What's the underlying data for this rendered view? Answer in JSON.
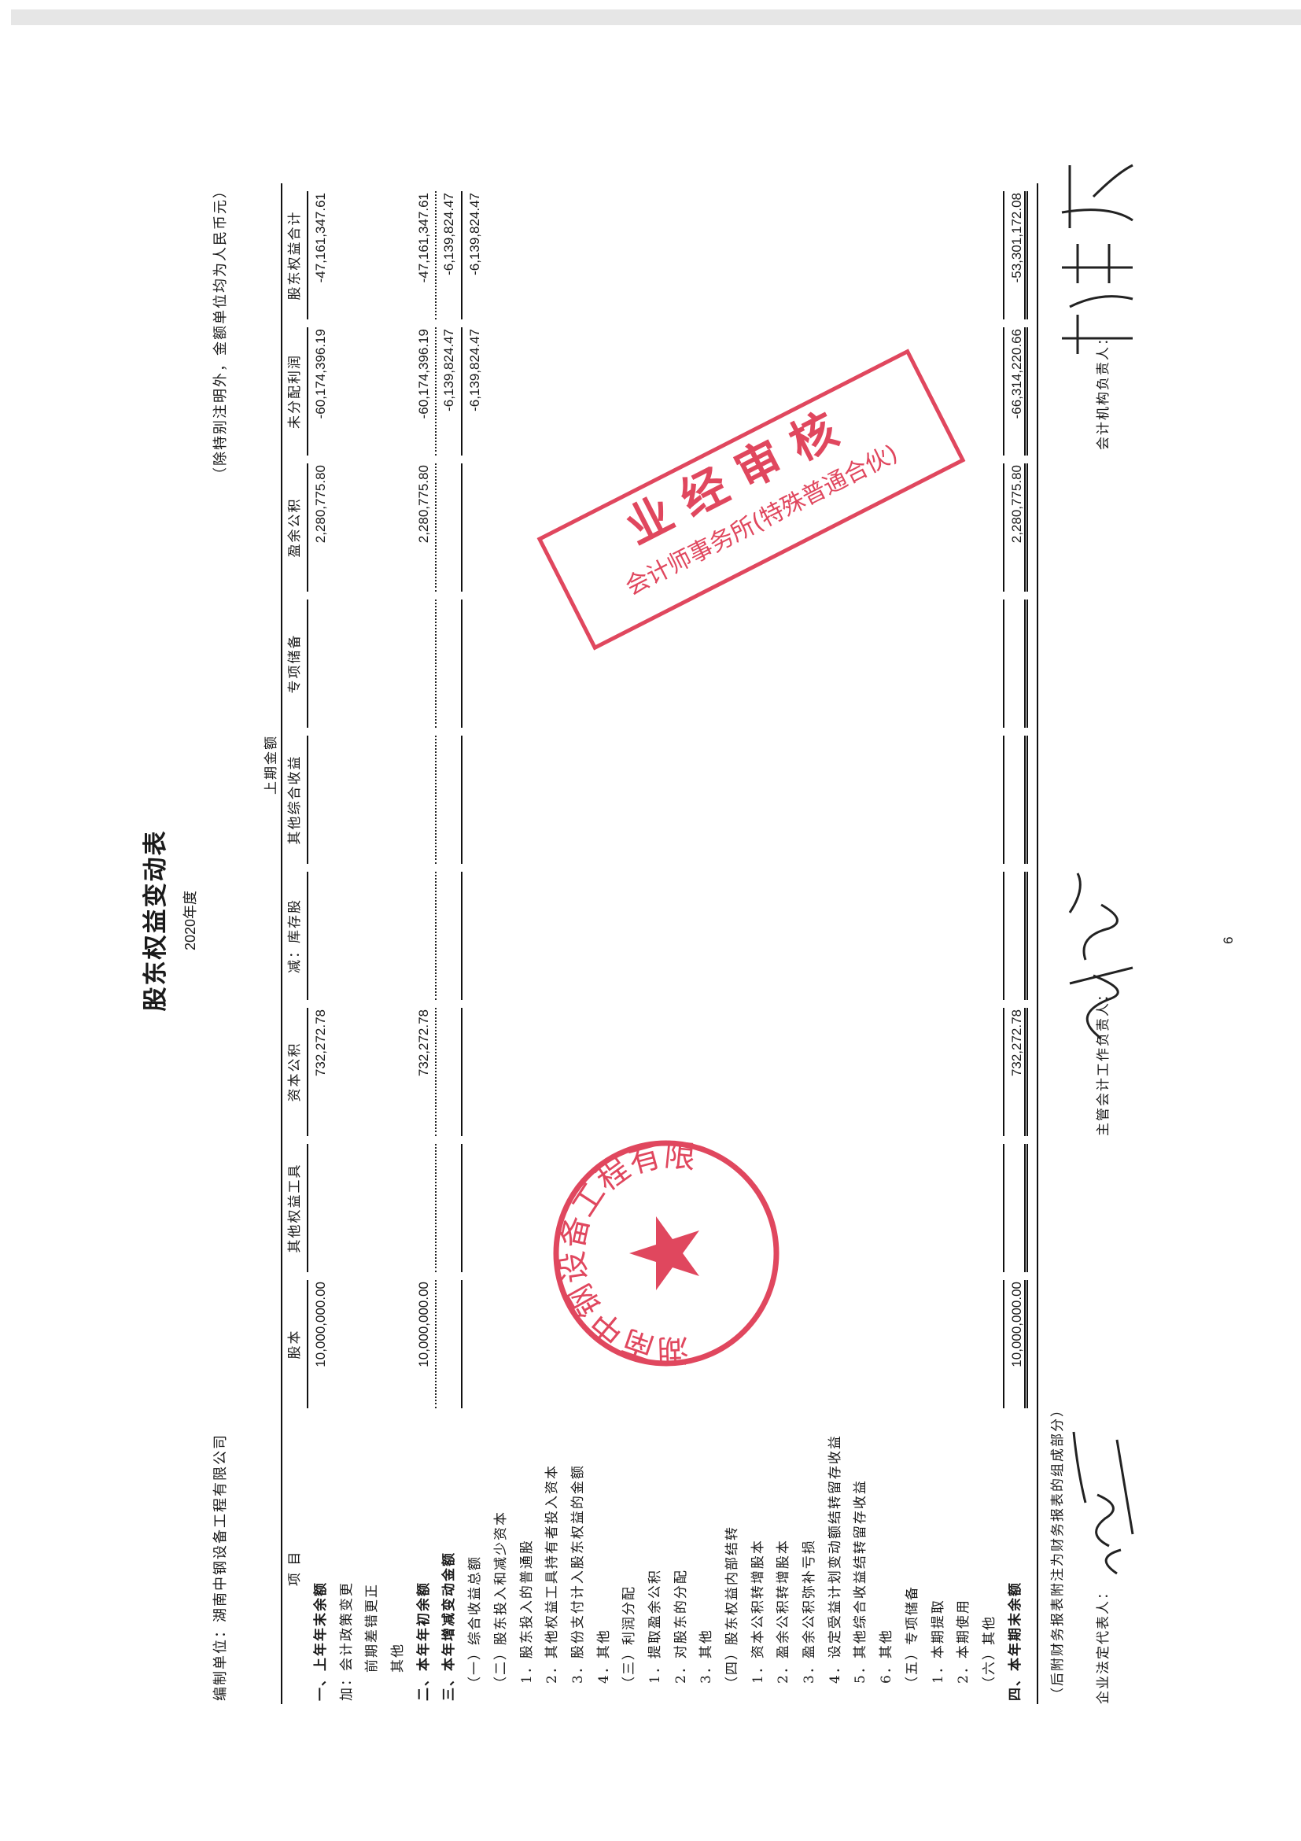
{
  "header": {
    "title": "股东权益变动表",
    "year": "2020年度",
    "preparer_label": "编制单位：",
    "preparer_value": "湖南中钢设备工程有限公司",
    "unit_note": "（除特别注明外，金额单位均为人民币元）",
    "period_label": "上期金额"
  },
  "columns": {
    "item": "项  目",
    "data": [
      "股本",
      "其他权益工具",
      "资本公积",
      "减：库存股",
      "其他综合收益",
      "专项储备",
      "盈余公积",
      "未分配利润",
      "股东权益合计"
    ]
  },
  "rows": [
    {
      "label": "一、上年年末余额",
      "bold": true,
      "indent": 4,
      "values": [
        "10,000,000.00",
        "",
        "732,272.78",
        "",
        "",
        "",
        "2,280,775.80",
        "-60,174,396.19",
        "-47,161,347.61"
      ]
    },
    {
      "label": "加：会计政策变更",
      "indent": 4,
      "values": []
    },
    {
      "label": "前期差错更正",
      "indent": 40,
      "values": []
    },
    {
      "label": "其他",
      "indent": 40,
      "values": []
    },
    {
      "label": "二、本年年初余额",
      "bold": true,
      "indent": 4,
      "line": "dot",
      "values": [
        "10,000,000.00",
        "",
        "732,272.78",
        "",
        "",
        "",
        "2,280,775.80",
        "-60,174,396.19",
        "-47,161,347.61"
      ]
    },
    {
      "label": "三、本年增减变动金额",
      "bold": true,
      "indent": 4,
      "line": "sol",
      "values": [
        "",
        "",
        "",
        "",
        "",
        "",
        "",
        "-6,139,824.47",
        "-6,139,824.47"
      ]
    },
    {
      "label": "（一）综合收益总额",
      "indent": 18,
      "values": [
        "",
        "",
        "",
        "",
        "",
        "",
        "",
        "-6,139,824.47",
        "-6,139,824.47"
      ]
    },
    {
      "label": "（二）股东投入和减少资本",
      "indent": 18,
      "values": []
    },
    {
      "label": "1．股东投入的普通股",
      "indent": 26,
      "values": []
    },
    {
      "label": "2．其他权益工具持有者投入资本",
      "indent": 26,
      "values": []
    },
    {
      "label": "3．股份支付计入股东权益的金额",
      "indent": 26,
      "values": []
    },
    {
      "label": "4．其他",
      "indent": 26,
      "values": []
    },
    {
      "label": "（三）利润分配",
      "indent": 18,
      "values": []
    },
    {
      "label": "1．提取盈余公积",
      "indent": 26,
      "values": []
    },
    {
      "label": "2．对股东的分配",
      "indent": 26,
      "values": []
    },
    {
      "label": "3．其他",
      "indent": 26,
      "values": []
    },
    {
      "label": "（四）股东权益内部结转",
      "indent": 18,
      "values": []
    },
    {
      "label": "1．资本公积转增股本",
      "indent": 26,
      "values": []
    },
    {
      "label": "2．盈余公积转增股本",
      "indent": 26,
      "values": []
    },
    {
      "label": "3．盈余公积弥补亏损",
      "indent": 26,
      "values": []
    },
    {
      "label": "4．设定受益计划变动额结转留存收益",
      "indent": 26,
      "values": []
    },
    {
      "label": "5．其他综合收益结转留存收益",
      "indent": 26,
      "values": []
    },
    {
      "label": "6．其他",
      "indent": 26,
      "values": []
    },
    {
      "label": "（五）专项储备",
      "indent": 18,
      "values": []
    },
    {
      "label": "1．本期提取",
      "indent": 26,
      "values": []
    },
    {
      "label": "2．本期使用",
      "indent": 26,
      "values": []
    },
    {
      "label": "（六）其他",
      "indent": 18,
      "values": []
    },
    {
      "label": "四、本年期末余额",
      "bold": true,
      "indent": 4,
      "line": "final",
      "values": [
        "10,000,000.00",
        "",
        "732,272.78",
        "",
        "",
        "",
        "2,280,775.80",
        "-66,314,220.66",
        "-53,301,172.08"
      ]
    }
  ],
  "footer": {
    "note": "（后附财务报表附注为财务报表的组成部分）",
    "legal_rep": "企业法定代表人：",
    "chief_accountant": "主管会计工作负责人：",
    "accounting_head": "会计机构负责人：",
    "page_number": "6"
  },
  "stamps": {
    "company_seal": "湖南中钢设备工程有限公司",
    "audit_seal_line1": "业经审核",
    "audit_seal_line2": "会计师事务所(特殊普通合伙)"
  },
  "colors": {
    "stamp_red": "#e0475e",
    "ink": "#1a1a1a"
  }
}
